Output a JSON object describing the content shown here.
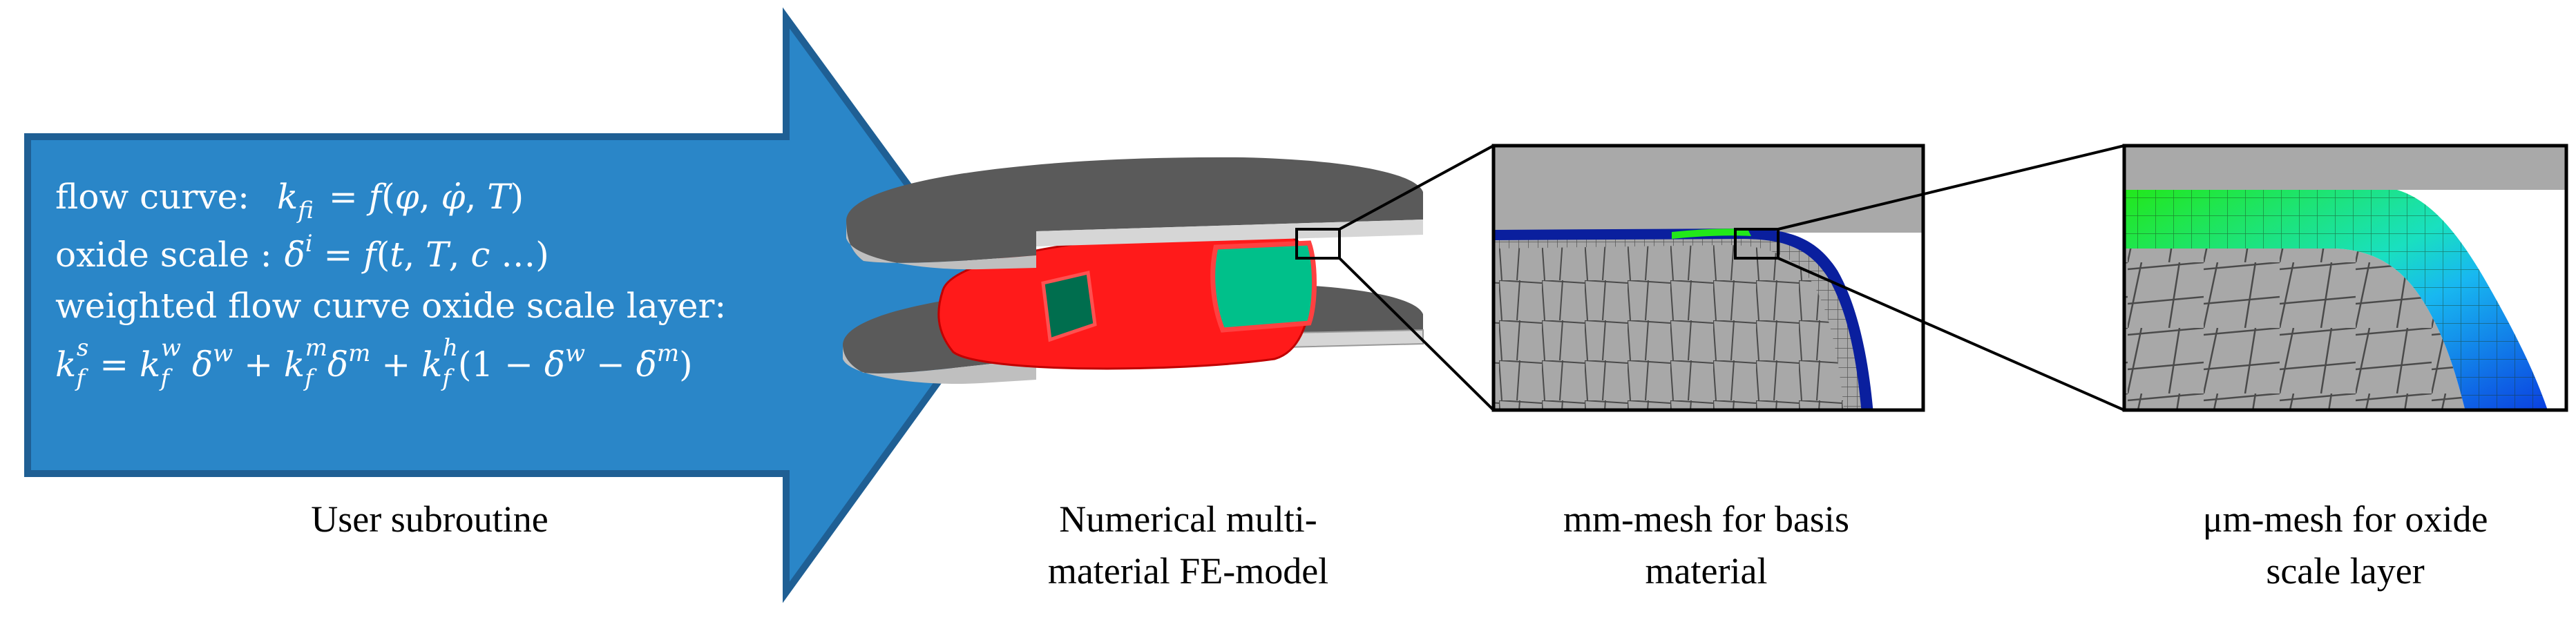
{
  "arrow": {
    "fill": "#2a86c8",
    "stroke": "#1f5f94",
    "lines": [
      {
        "lead": "flow curve:",
        "formula": "k_f^i = f(φ, φ̇, T)"
      },
      {
        "lead": "oxide scale :",
        "formula": "δ^i = f(t, T, c …)"
      },
      {
        "lead": "weighted flow curve oxide scale layer:",
        "formula": ""
      },
      {
        "lead": "",
        "formula": "k_f^s = k_f^w δ^w + k_f^m δ^m + k_f^h (1 − δ^w − δ^m)"
      }
    ]
  },
  "captions": {
    "user_subroutine": "User subroutine",
    "fe_model_line1": "Numerical multi-",
    "fe_model_line2": "material FE-model",
    "mm_mesh_line1": "mm-mesh for basis",
    "mm_mesh_line2": "material",
    "um_mesh_line1": "μm-mesh for oxide",
    "um_mesh_line2": "scale layer"
  },
  "colors": {
    "die": "#5a5a5a",
    "die_edge": "#d0d0d0",
    "specimen": "#ff1a1a",
    "section": "#00c08a",
    "section_dark": "#006e4e",
    "mesh_gray": "#a8a8a8",
    "scale_blue": "#0a1f9e",
    "scale_green": "#22e81a"
  }
}
